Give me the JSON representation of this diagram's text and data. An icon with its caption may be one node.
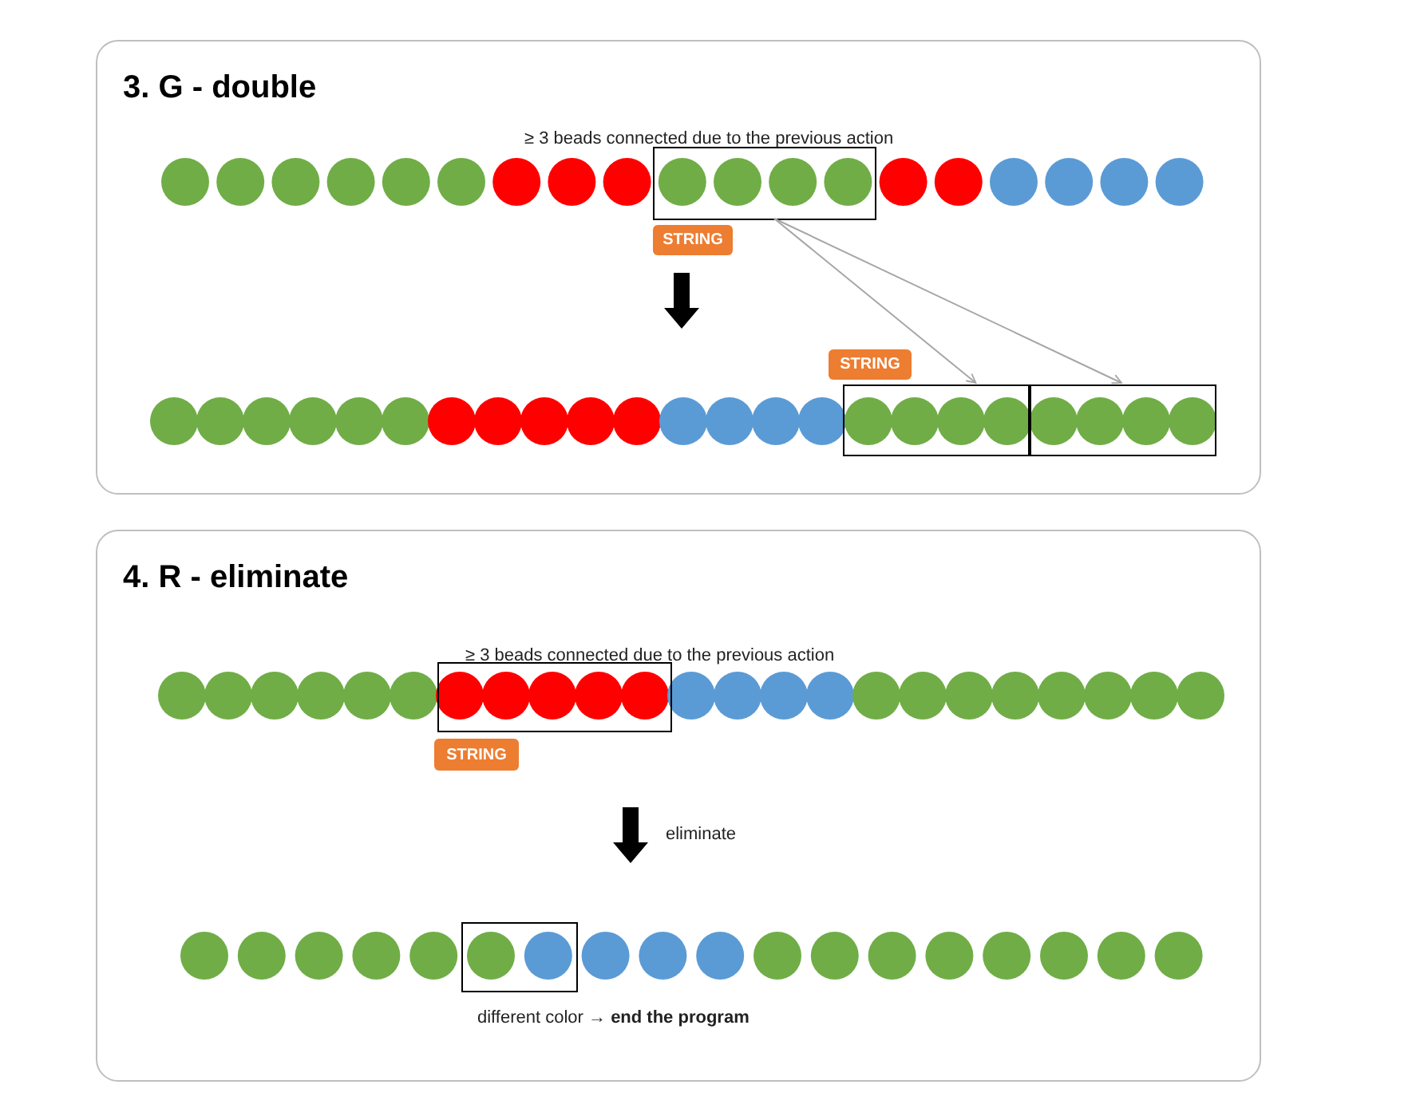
{
  "diagram": {
    "nodes": [
      {
        "text": [
          "3. G - double"
        ]
      },
      {
        "text": [],
        "shape": "box",
        "in": 0
      },
      {
        "text": [
          "STRING"
        ],
        "in": 0
      },
      {
        "text": [
          "STRING"
        ],
        "in": 0
      },
      {
        "text": [],
        "shape": "box",
        "in": 0
      },
      {
        "text": [],
        "shape": "box",
        "in": 0
      },
      {
        "text": [
          "4. R - eliminate"
        ]
      },
      {
        "text": [],
        "shape": "box",
        "in": 6
      },
      {
        "text": [
          "STRING"
        ],
        "in": 6
      },
      {
        "text": [],
        "shape": "box",
        "in": 6
      }
    ],
    "edges": [
      {
        "from": 1,
        "to": 4,
        "arrow": "to",
        "color": "#a6a6a6"
      },
      {
        "from": 1,
        "to": 5,
        "arrow": "to",
        "color": "#a6a6a6"
      }
    ],
    "labels": [
      "≥ 3 beads connected due to the previous action",
      "≥ 3 beads connected due to the previous action",
      "eliminate",
      "different color → **end the program**"
    ]
  }
}
